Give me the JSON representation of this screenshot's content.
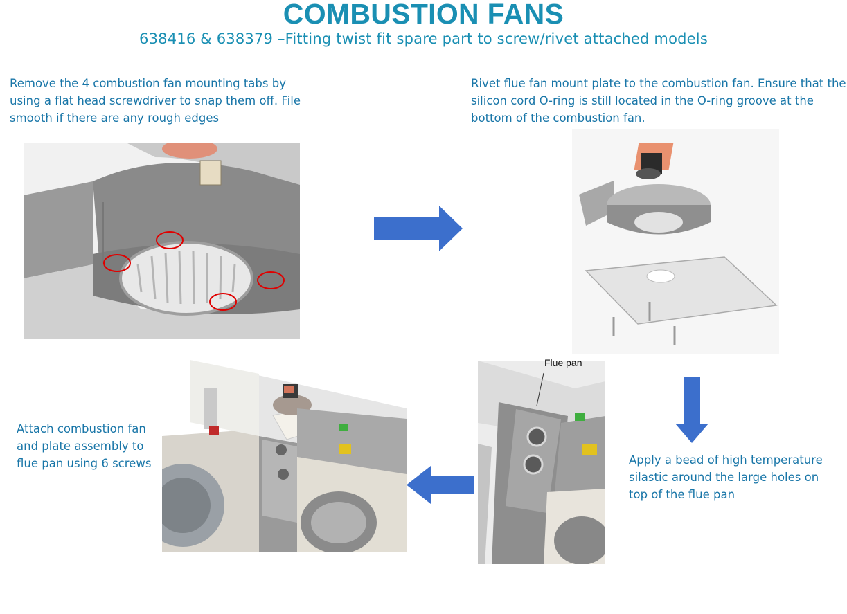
{
  "header": {
    "title": "COMBUSTION FANS",
    "subtitle": "638416 & 638379 –Fitting twist fit spare part to screw/rivet attached models"
  },
  "steps": {
    "step1": "Remove the 4 combustion fan mounting tabs by using a flat head screwdriver to snap them off. File smooth if there are any rough edges",
    "step2": "Rivet flue fan mount plate to the combustion fan. Ensure that the silicon cord O-ring is still located in the O-ring groove at the bottom of the combustion fan.",
    "step3": "Apply a bead of high temperature silastic around the large holes on top of the flue pan",
    "step4": "Attach combustion fan and plate assembly to flue pan using 6 screws"
  },
  "callouts": {
    "flue_pan": "Flue pan"
  },
  "colors": {
    "title": "#1a8fb3",
    "body_text": "#1976a8",
    "arrow": "#3c6fcc",
    "highlight_circle": "#e00000"
  },
  "icons": {
    "flow_arrow": "arrow-icon"
  }
}
